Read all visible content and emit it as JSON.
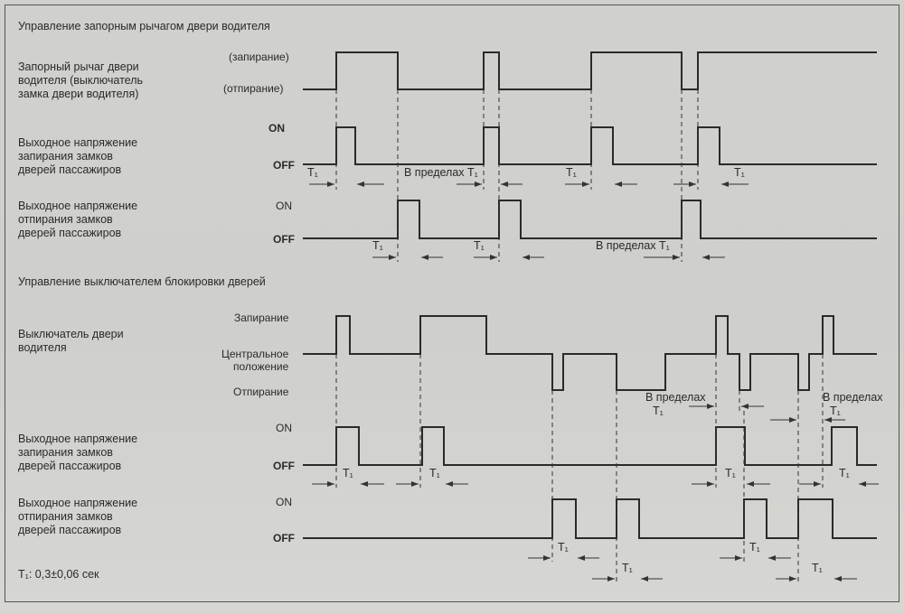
{
  "section1": {
    "title": "Управление запорным рычагом двери водителя",
    "lever": {
      "label": [
        "Запорный рычаг двери",
        "водителя (выключатель",
        "замка двери водителя)"
      ],
      "high": "(запирание)",
      "low": "(отпирание)"
    },
    "lock_out": {
      "label": [
        "Выходное напряжение",
        "запирания замков",
        "дверей пассажиров"
      ],
      "on": "ON",
      "off": "OFF"
    },
    "unlock_out": {
      "label": [
        "Выходное напряжение",
        "отпирания замков",
        "дверей пассажиров"
      ],
      "on": "ON",
      "off": "OFF"
    },
    "annotations": {
      "t1": "T₁",
      "within": "В пределах T₁"
    }
  },
  "section2": {
    "title": "Управление выключателем блокировки дверей",
    "switch": {
      "label": [
        "Выключатель двери",
        "водителя"
      ],
      "lock": "Запирание",
      "center": [
        "Центральное",
        "положение"
      ],
      "unlock": "Отпирание"
    },
    "lock_out": {
      "label": [
        "Выходное напряжение",
        "запирания замков",
        "дверей пассажиров"
      ],
      "on": "ON",
      "off": "OFF"
    },
    "unlock_out": {
      "label": [
        "Выходное напряжение",
        "отпирания замков",
        "дверей пассажиров"
      ],
      "on": "ON",
      "off": "OFF"
    },
    "annotations": {
      "t1": "T₁",
      "within_line1": "В пределах",
      "within_line2": "T₁"
    }
  },
  "footnote": "T₁: 0,3±0,06 сек"
}
